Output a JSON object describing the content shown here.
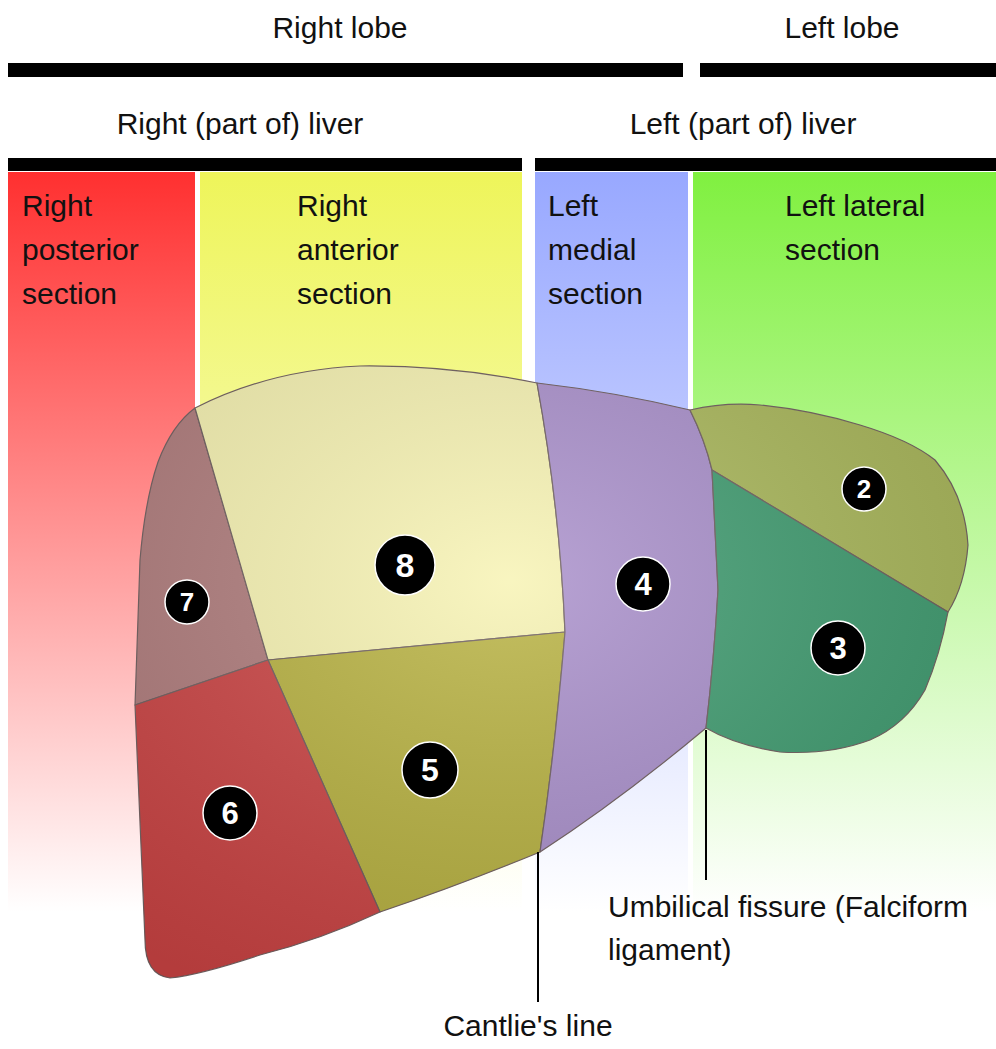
{
  "diagram": {
    "nodes": [
      {
        "text": [
          "Right posterior section"
        ]
      },
      {
        "text": [
          "Right anterior section"
        ]
      },
      {
        "text": [
          "Left medial section"
        ]
      },
      {
        "text": [
          "Left lateral section"
        ]
      }
    ],
    "labels": [
      "Right lobe",
      "Left lobe",
      "Right (part of) liver",
      "Left (part of) liver",
      "7",
      "8",
      "4",
      "2",
      "3",
      "6",
      "5",
      "Umbilical fissure (Falciform ligament)",
      "Cantlie's line"
    ]
  }
}
